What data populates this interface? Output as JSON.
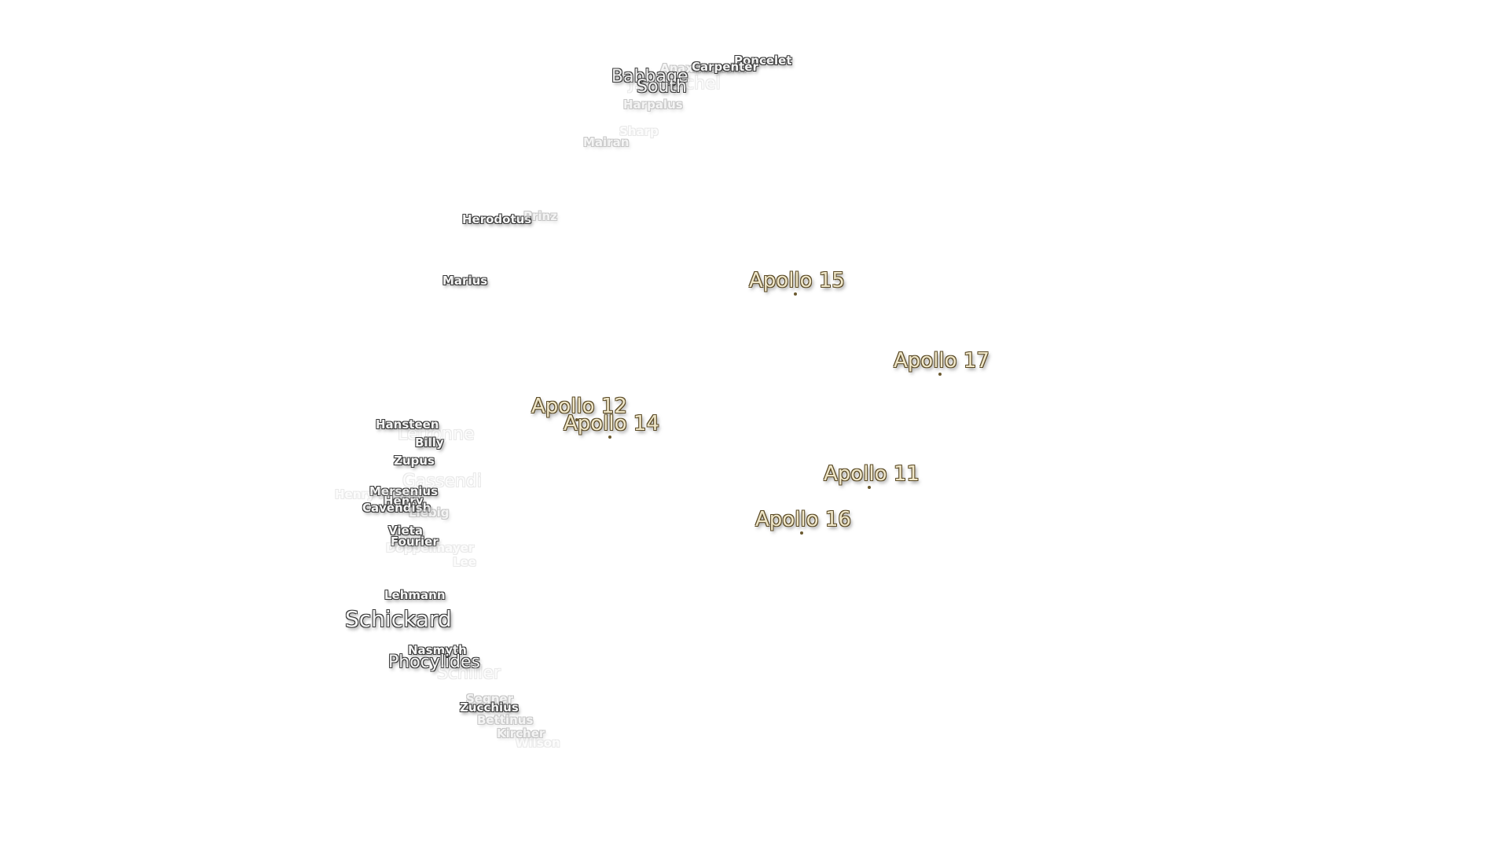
{
  "map": {
    "apollo_sites": [
      {
        "name": "Apollo 15"
      },
      {
        "name": "Apollo 17"
      },
      {
        "name": "Apollo 12"
      },
      {
        "name": "Apollo 14"
      },
      {
        "name": "Apollo 11"
      },
      {
        "name": "Apollo 16"
      }
    ],
    "craters": [
      {
        "name": "Poncelet"
      },
      {
        "name": "Anaximander"
      },
      {
        "name": "Carpenter"
      },
      {
        "name": "Babbage"
      },
      {
        "name": "South"
      },
      {
        "name": "J. Herschel"
      },
      {
        "name": "Harpalus"
      },
      {
        "name": "Sharp"
      },
      {
        "name": "Mairan"
      },
      {
        "name": "Herodotus"
      },
      {
        "name": "Prinz"
      },
      {
        "name": "Marius"
      },
      {
        "name": "Hansteen"
      },
      {
        "name": "Letronne"
      },
      {
        "name": "Billy"
      },
      {
        "name": "Zupus"
      },
      {
        "name": "Gassendi"
      },
      {
        "name": "Mersenius"
      },
      {
        "name": "Henry"
      },
      {
        "name": "Henry Frères"
      },
      {
        "name": "Cavendish"
      },
      {
        "name": "Liebig"
      },
      {
        "name": "Vieta"
      },
      {
        "name": "Fourier"
      },
      {
        "name": "Doppelmayer"
      },
      {
        "name": "Lee"
      },
      {
        "name": "Lehmann"
      },
      {
        "name": "Schickard"
      },
      {
        "name": "Nasmyth"
      },
      {
        "name": "Phocylides"
      },
      {
        "name": "Schiller"
      },
      {
        "name": "Segner"
      },
      {
        "name": "Zucchius"
      },
      {
        "name": "Bettinus"
      },
      {
        "name": "Kircher"
      },
      {
        "name": "Wilson"
      }
    ]
  }
}
